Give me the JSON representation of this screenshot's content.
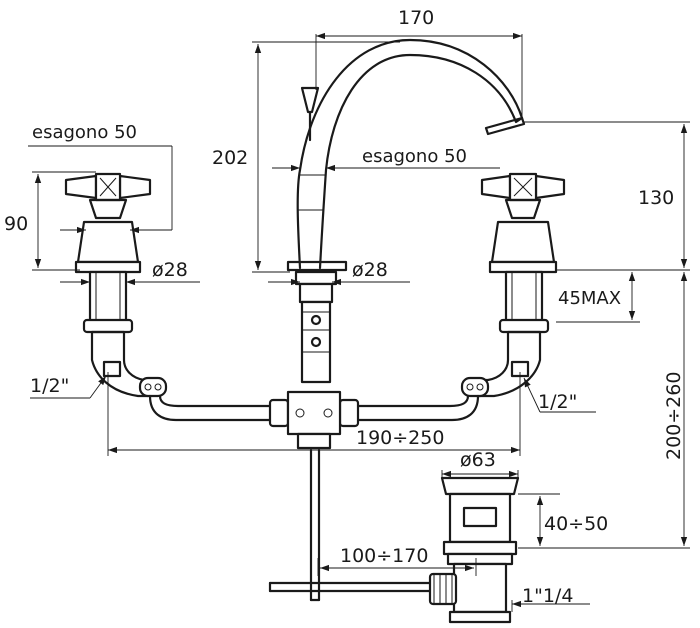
{
  "labels": {
    "spout_reach": "170",
    "spout_height": "202",
    "spout_outlet_height": "130",
    "hex_left": "esagono 50",
    "hex_center": "esagono 50",
    "handle_height": "90",
    "dia_left": "ø28",
    "dia_center": "ø28",
    "deck_thickness": "45MAX",
    "thread_left": "1/2\"",
    "thread_right": "1/2\"",
    "centers": "190÷250",
    "total_height": "200÷260",
    "waste_dia": "ø63",
    "waste_height": "40÷50",
    "rod_length": "100÷170",
    "waste_thread": "1\"1/4"
  }
}
